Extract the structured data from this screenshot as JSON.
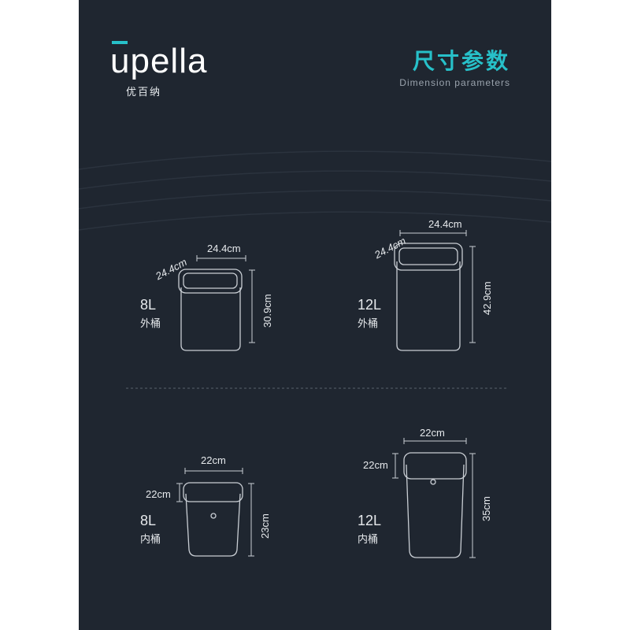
{
  "brand": {
    "logo_text": "upella",
    "subtitle_cn": "优百纳"
  },
  "heading": {
    "title_cn": "尺寸参数",
    "subtitle_en": "Dimension parameters"
  },
  "colors": {
    "background": "#1f2630",
    "accent": "#27c0c9",
    "text": "#e6e9ec"
  },
  "products": [
    {
      "capacity": "8L",
      "type": "外桶",
      "depth": "24.4cm",
      "width": "24.4cm",
      "height": "30.9cm"
    },
    {
      "capacity": "12L",
      "type": "外桶",
      "depth": "24.4cm",
      "width": "24.4cm",
      "height": "42.9cm"
    },
    {
      "capacity": "8L",
      "type": "内桶",
      "depth": "22cm",
      "width": "22cm",
      "height": "23cm"
    },
    {
      "capacity": "12L",
      "type": "内桶",
      "depth": "22cm",
      "width": "22cm",
      "height": "35cm"
    }
  ]
}
